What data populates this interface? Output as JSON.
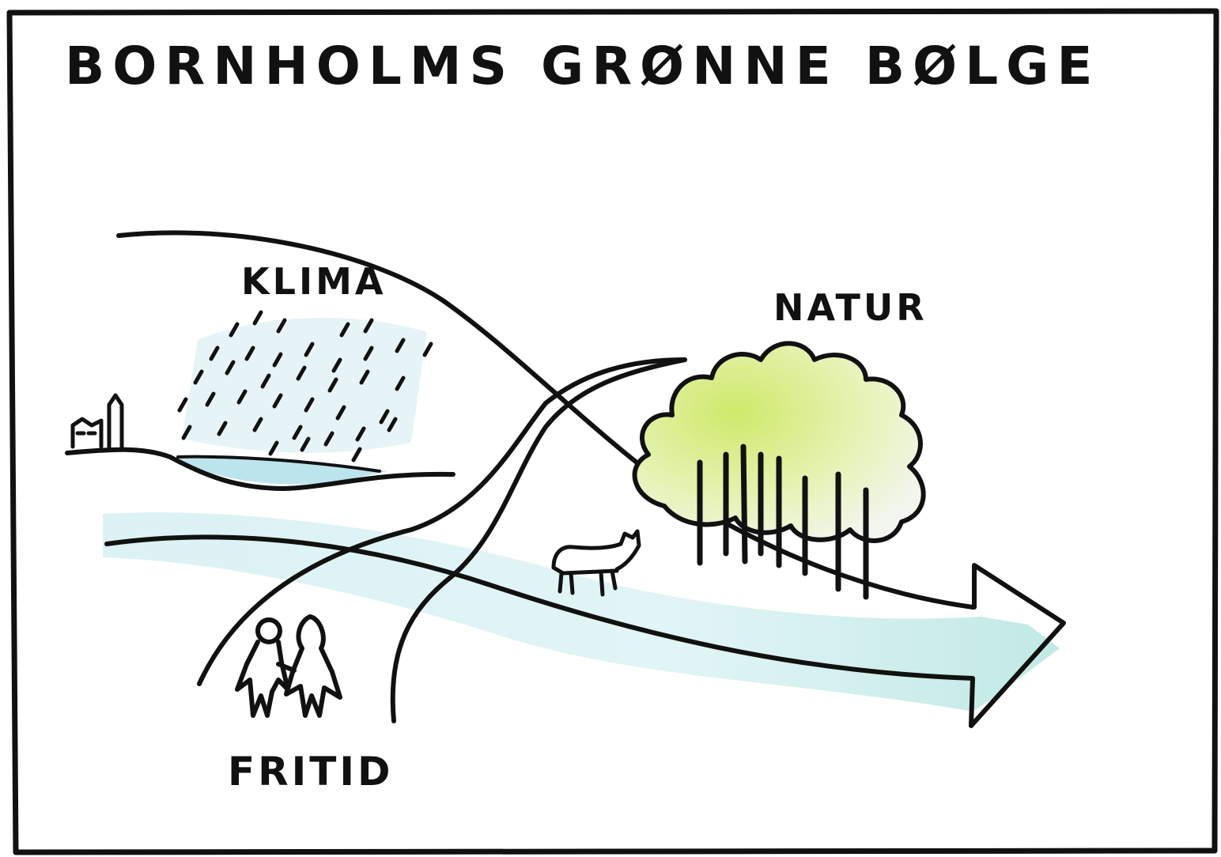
{
  "title": "BORNHOLMS GRØNNE BØLGE",
  "labels": {
    "klima": "KLIMA",
    "natur": "NATUR",
    "fritid": "FRITID"
  },
  "colors": {
    "ink": "#111111",
    "water_blue": "#9fd8e6",
    "wave_teal": "#a7e0dc",
    "tree_green": "#d6ec7e",
    "paper": "#ffffff"
  },
  "icons": [
    "church-icon",
    "rain-icon",
    "lake-icon",
    "tree-icon",
    "cow-icon",
    "people-icon",
    "arrow-icon"
  ]
}
